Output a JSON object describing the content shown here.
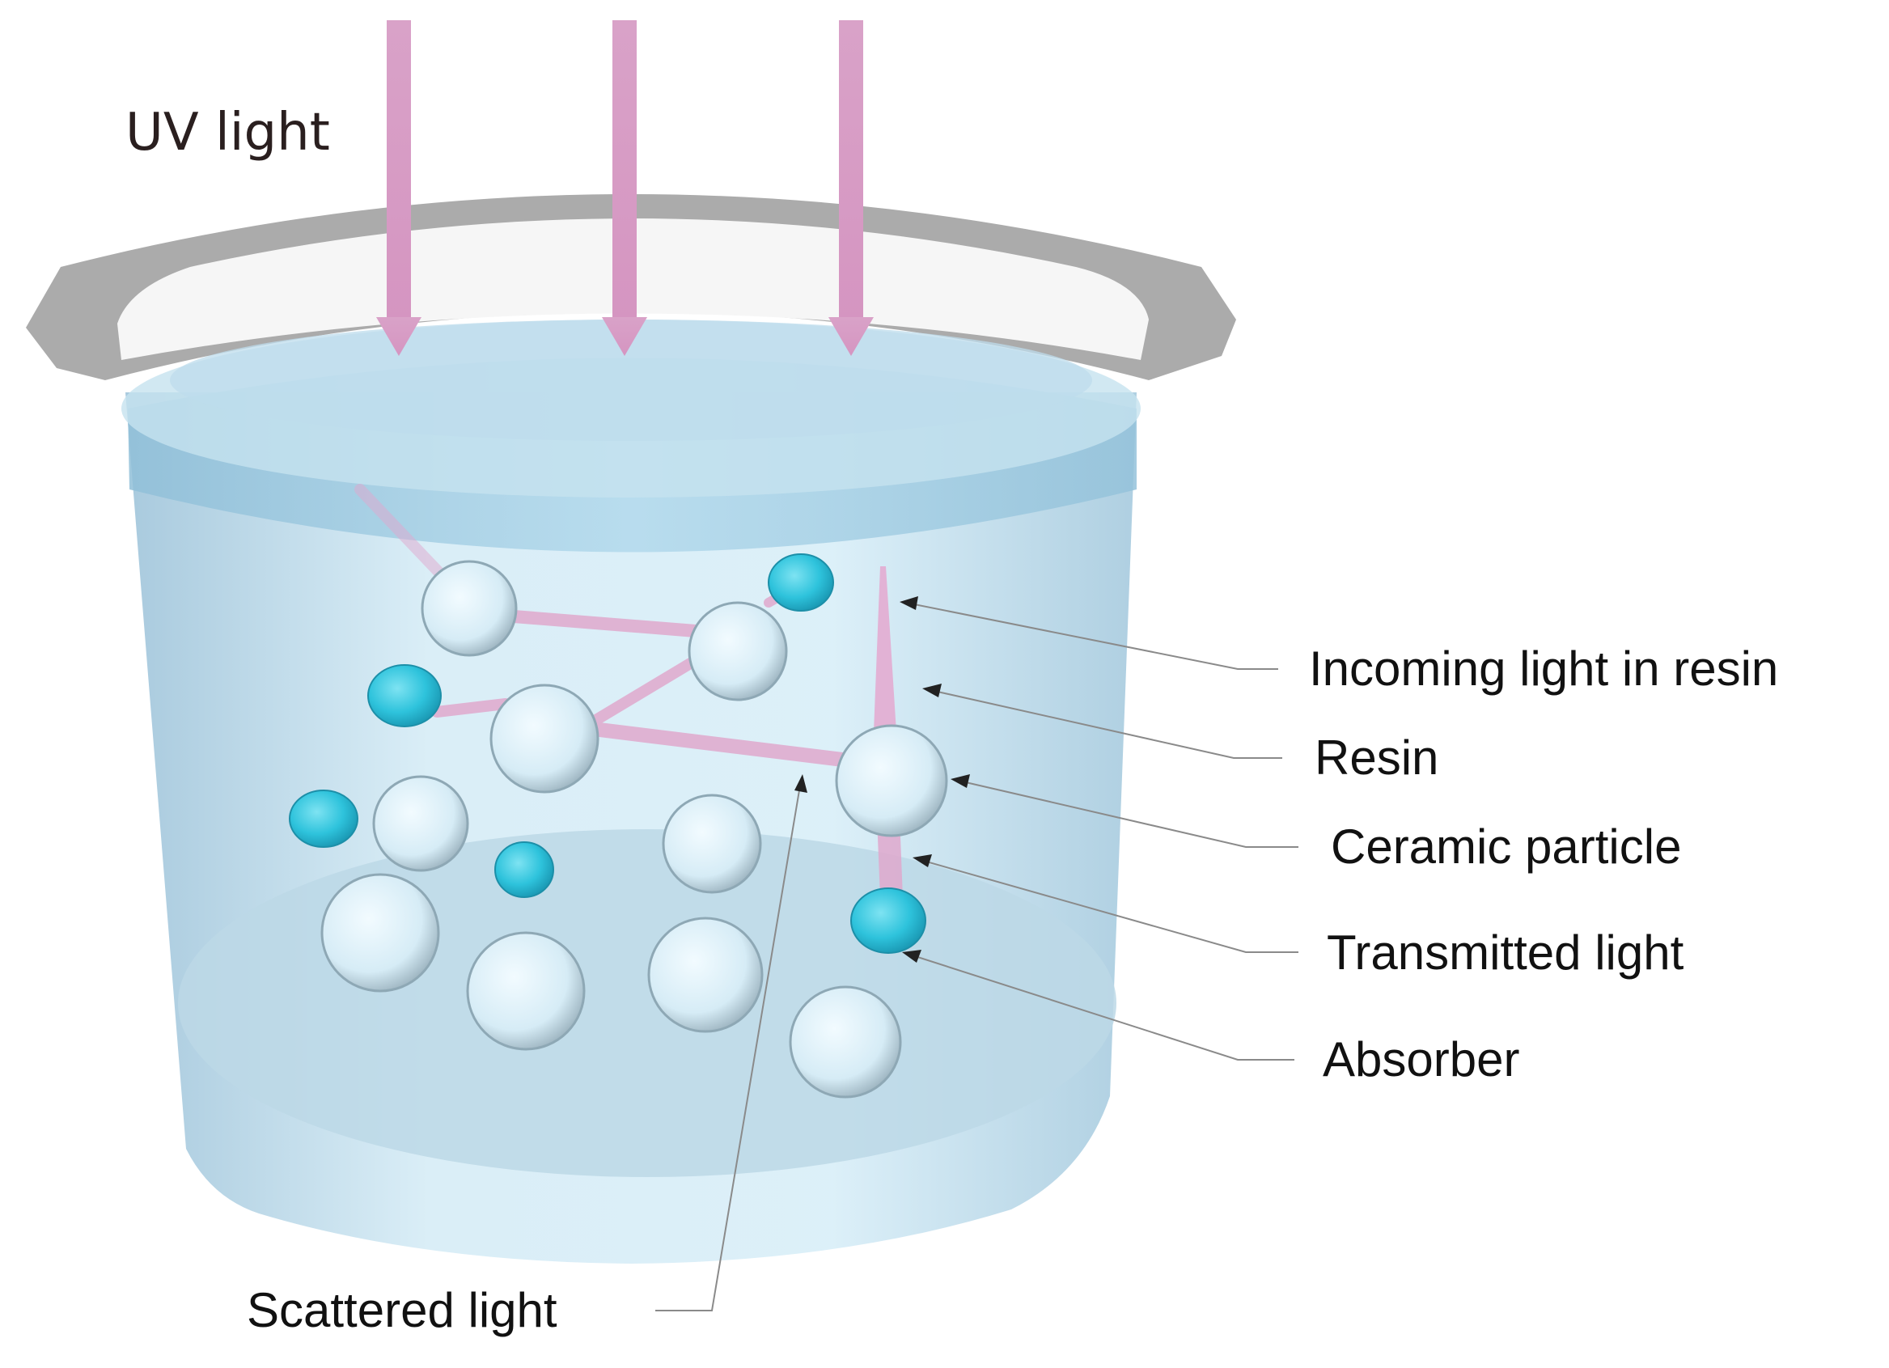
{
  "labels": {
    "uv_light": "UV light",
    "incoming_light": "Incoming light in resin",
    "resin": "Resin",
    "ceramic_particle": "Ceramic particle",
    "transmitted_light": "Transmitted light",
    "absorber": "Absorber",
    "scattered_light": "Scattered light"
  },
  "colors": {
    "uv_arrow": "#d9a2c8",
    "resin_fill": "#b5d9ea",
    "particle_fill": "#dff0f8",
    "absorber_fill": "#2fc3dd",
    "light_path": "#e4b6d4",
    "rim": "#a9a9a9",
    "rim_inner": "#f7f7f7"
  }
}
